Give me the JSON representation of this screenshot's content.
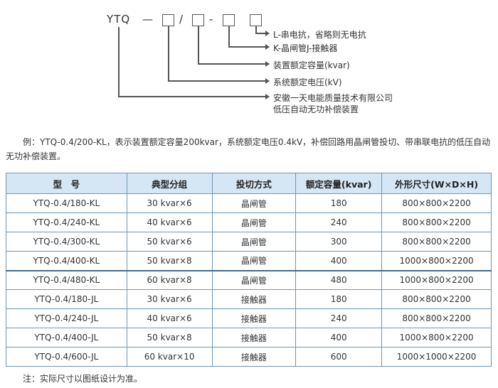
{
  "diagram": {
    "prefix": "YTQ",
    "dash1": "—",
    "slash": "/",
    "dash2": "-",
    "descriptions": [
      "L-串电抗，省略则无电抗",
      "K-晶闸管J-接触器",
      "装置额定容量(kvar)",
      "系统额定电压(kV)",
      "安徽一天电能质量技术有限公司",
      "低压自动无功补偿装置"
    ]
  },
  "example_text": "例：YTQ-0.4/200-KL，表示装置额定容量200kvar，系统额定电压0.4kV，补偿回路用晶闸管投切、带串联电抗的低压自动无功补偿装置。",
  "table": {
    "headers": [
      "型　号",
      "典型分组",
      "投切方式",
      "额定容量(kvar)",
      "外形尺寸(W×D×H)"
    ],
    "rows": [
      [
        "YTQ-0.4/180-KL",
        "30 kvar×6",
        "晶闸管",
        "180",
        "800×800×2200"
      ],
      [
        "YTQ-0.4/240-KL",
        "40 kvar×6",
        "晶闸管",
        "240",
        "800×800×2200"
      ],
      [
        "YTQ-0.4/300-KL",
        "50 kvar×6",
        "晶闸管",
        "300",
        "800×800×2200"
      ],
      [
        "YTQ-0.4/400-KL",
        "50 kvar×8",
        "晶闸管",
        "400",
        "1000×800×2200"
      ],
      [
        "YTQ-0.4/480-KL",
        "60 kvar×8",
        "晶闸管",
        "480",
        "1000×800×2200"
      ],
      [
        "YTQ-0.4/180-JL",
        "30 kvar×6",
        "接触器",
        "180",
        "800×800×2200"
      ],
      [
        "YTQ-0.4/240-JL",
        "40 kvar×6",
        "接触器",
        "240",
        "800×800×2200"
      ],
      [
        "YTQ-0.4/400-JL",
        "50 kvar×8",
        "接触器",
        "400",
        "1000×800×2200"
      ],
      [
        "YTQ-0.4/600-JL",
        "60 kvar×10",
        "接触器",
        "600",
        "1000×1000×2200"
      ]
    ]
  },
  "note": "注：实际尺寸以图纸设计为准。"
}
